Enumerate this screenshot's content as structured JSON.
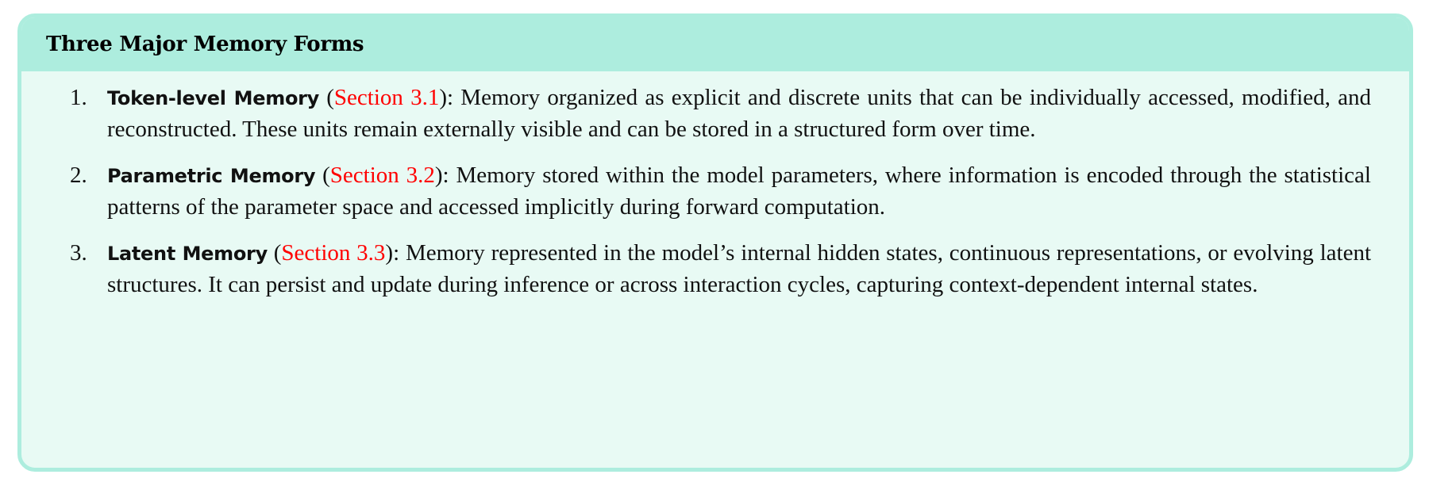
{
  "box": {
    "title": "Three Major Memory Forms",
    "items": [
      {
        "number": "1.",
        "term": "Token-level Memory",
        "ref": "Section 3.1",
        "description": "Memory organized as explicit and discrete units that can be individually accessed, modified, and reconstructed. These units remain externally visible and can be stored in a structured form over time."
      },
      {
        "number": "2.",
        "term": "Parametric Memory",
        "ref": "Section 3.2",
        "description": "Memory stored within the model parameters, where information is encoded through the statistical patterns of the parameter space and accessed implicitly during forward computation."
      },
      {
        "number": "3.",
        "term": "Latent Memory",
        "ref": "Section 3.3",
        "description": "Memory represented in the model’s internal hidden states, continuous representations, or evolving latent structures. It can persist and update during inference or across interaction cycles, capturing context-dependent internal states."
      }
    ]
  },
  "colors": {
    "header": "#adedde",
    "body": "#e8faf4",
    "link": "#ff0000"
  }
}
